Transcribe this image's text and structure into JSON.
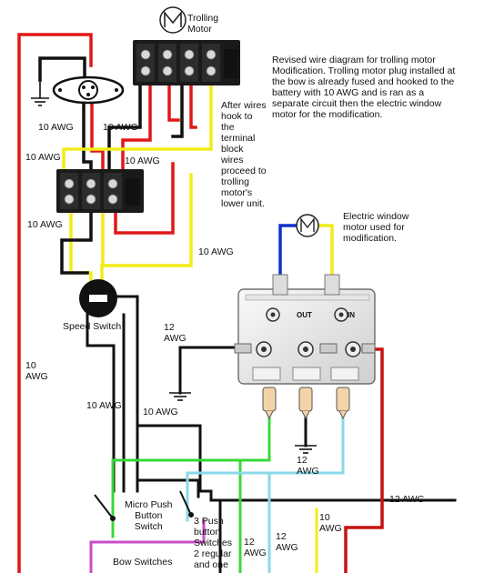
{
  "notes": {
    "revised": "Revised wire diagram for trolling motor Modification.  Trolling motor plug installed at the bow is already fused and hooked to the battery with 10 AWG and is ran as a separate circuit then the electric window motor for the modification.",
    "after_wires": "After wires\nhook to\nthe\nterminal\nblock\nwires\nproceed to\ntrolling\nmotor's\nlower unit.",
    "window_motor": "Electric window\nmotor used for\nmodification.",
    "three_push": "3 Push\nbutton\nSwitches\n2 regular\nand one"
  },
  "labels": {
    "trolling_motor": "Trolling\nMotor",
    "speed_switch": "Speed Switch",
    "micro_push": "Micro Push\nButton\nSwitch",
    "bow_switches": "Bow Switches",
    "out": "OUT",
    "in": "IN",
    "motor_symbol": "M"
  },
  "wire_labels": {
    "awg10_a": "10 AWG",
    "awg10_b": "10 AWG",
    "awg10_c": "10 AWG",
    "awg10_d": "10 AWG",
    "awg10_e": "10 AWG",
    "awg10_f": "10 AWG",
    "awg10_left": "10\nAWG",
    "awg10_g": "10 AWG",
    "awg10_h": "10 AWG",
    "awg12_a": "12\nAWG",
    "awg12_b": "12\nAWG",
    "awg12_c": "12 AWG",
    "awg12_d": "12\nAWG",
    "awg12_e": "12\nAWG",
    "awg10_bottom": "10\nAWG"
  },
  "colors": {
    "red": "#e01818",
    "black": "#111111",
    "yellow": "#f2ec1a",
    "blue": "#1030c8",
    "green": "#38d838",
    "cyan": "#8ad8e8",
    "magenta": "#c84cc8",
    "darkred": "#c81010"
  }
}
